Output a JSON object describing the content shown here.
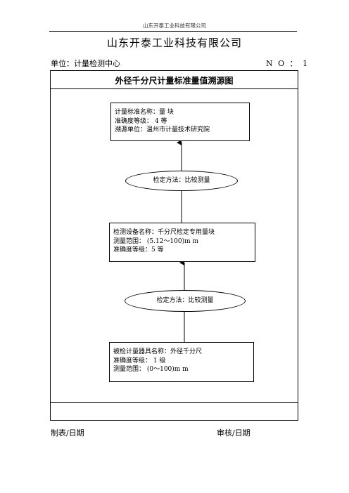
{
  "header": {
    "running_title": "山东开泰工业科技有限公司",
    "company": "山东开泰工业科技有限公司",
    "unit": "单位：计量检测中心",
    "number": "N O ： 1"
  },
  "diagram": {
    "title": "外径千分尺计量标准量值溯源图",
    "standard_box": {
      "line1": "计量标准名称：量   块",
      "line2": "准确度等级：   4 等",
      "line3": "溯源单位：温州市计量技术研究院"
    },
    "method1": "检定方法：比较测量",
    "device_box": {
      "line1": "检测设备名称：千分尺检定专用量块",
      "line2": "测量范围：  (5.12～100)m m",
      "line3": "准确度等级：5 等"
    },
    "method2": "检定方法：比较测量",
    "instrument_box": {
      "line1": "被检计量器具名称：外径千分尺",
      "line2": "准确度等级：  1 级",
      "line3": "测量范围：  (0～100)m m"
    }
  },
  "footer": {
    "left": "制表/日期",
    "right": "审核/日期"
  }
}
